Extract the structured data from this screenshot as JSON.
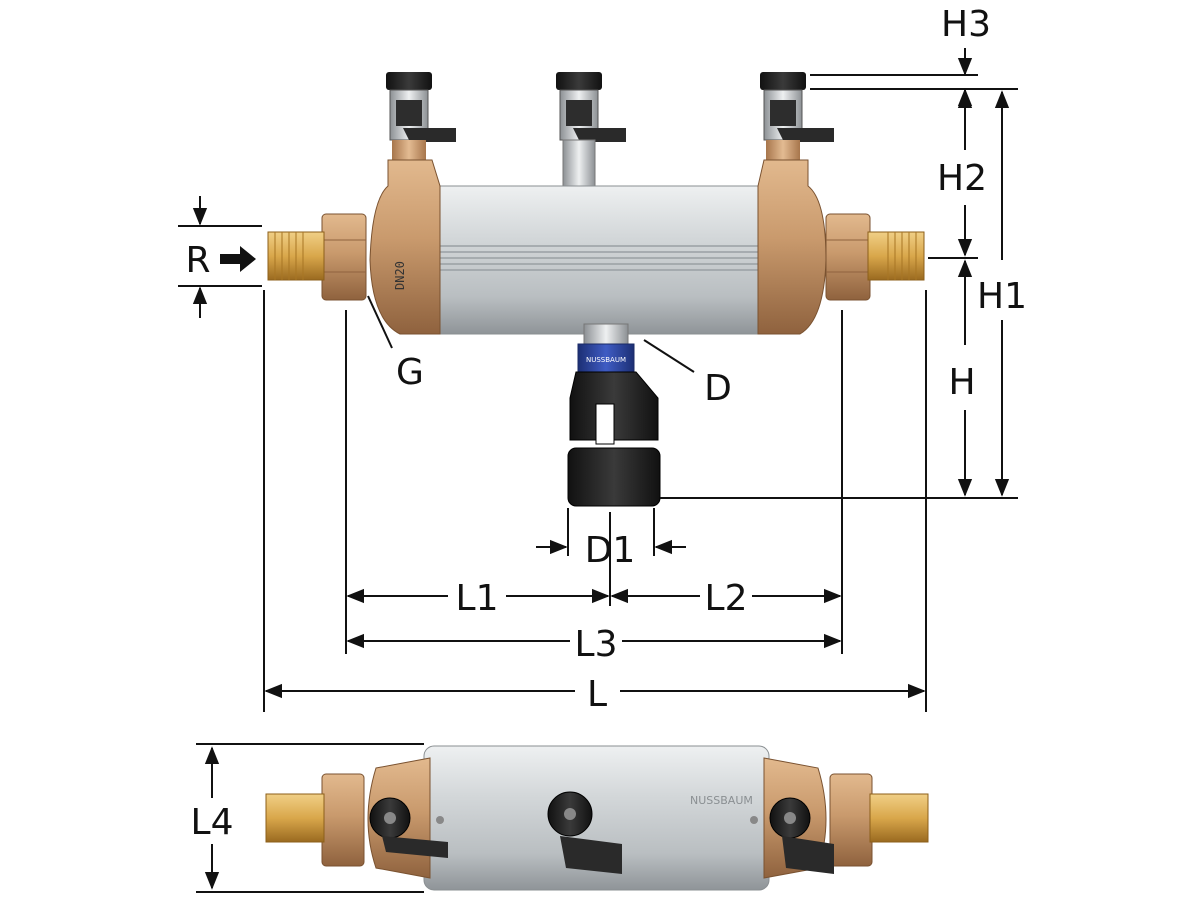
{
  "labels": {
    "H3": "H3",
    "H2": "H2",
    "H1": "H1",
    "H": "H",
    "R": "R",
    "G": "G",
    "D": "D",
    "D1": "D1",
    "L1": "L1",
    "L2": "L2",
    "L3": "L3",
    "L": "L",
    "L4": "L4"
  },
  "markings": {
    "body_engraving": "DN20",
    "collar_text": "NUSSBAUM",
    "top_view_text": "NUSSBAUM"
  },
  "colors": {
    "bronze": "#c99a6d",
    "bronze_dark": "#9c6f47",
    "brass": "#d9a74b",
    "brass_dark": "#a87624",
    "cylinder": "#d8dbdc",
    "cylinder_dark": "#a8adb0",
    "collar_blue": "#2f4aa8",
    "dark_plastic": "#1d1d1d",
    "valve_handle": "#3a3a3a",
    "line": "#111111"
  },
  "icons": [
    "flow-direction-arrow-icon"
  ]
}
